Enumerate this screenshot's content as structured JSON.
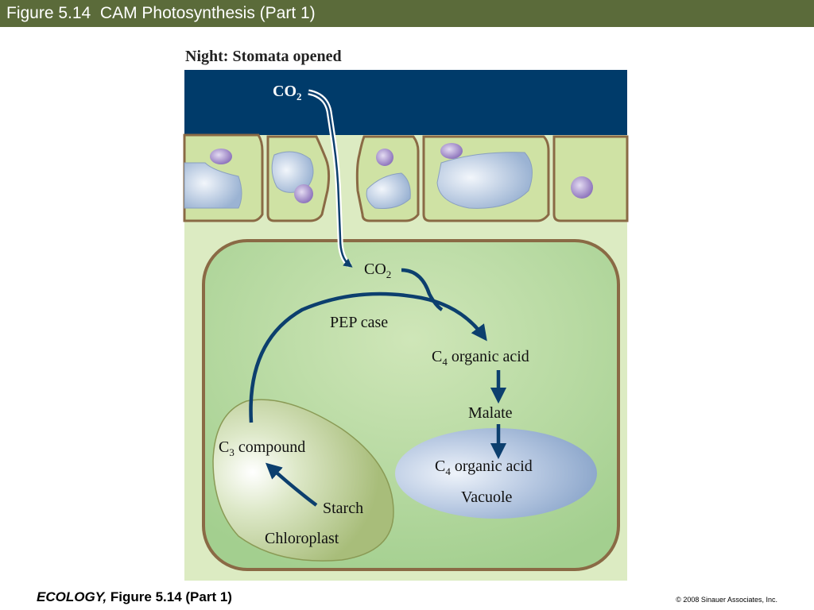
{
  "header": {
    "title": "Figure 5.14  CAM Photosynthesis (Part 1)"
  },
  "figure": {
    "heading": "Night: Stomata opened",
    "co2_top": {
      "base": "CO",
      "sub": "2"
    },
    "co2_inner": {
      "base": "CO",
      "sub": "2"
    },
    "pep_case": "PEP case",
    "c4_acid": {
      "pre": "C",
      "sub": "4",
      "post": " organic acid"
    },
    "malate": "Malate",
    "vacuole_acid": {
      "pre": "C",
      "sub": "4",
      "post": " organic acid"
    },
    "vacuole": "Vacuole",
    "c3_compound": {
      "pre": "C",
      "sub": "3",
      "post": " compound"
    },
    "starch": "Starch",
    "chloroplast": "Chloroplast"
  },
  "footer": {
    "book": "ECOLOGY,",
    "figure_ref": " Figure 5.14 (Part 1)",
    "copyright": "© 2008 Sinauer Associates, Inc."
  },
  "colors": {
    "title_bar": "#5b6b3a",
    "sky": "#003b6a",
    "arrow": "#0c3f6e",
    "cell_fill": "#cfe2a4",
    "cell_border": "#8a6a45",
    "lower_cell": "#dcebc2",
    "big_cell": "#a8d294",
    "chloroplast": "#b6cc8a",
    "vacuole": "#9fb6d6",
    "organelle": "#a48ccc"
  }
}
